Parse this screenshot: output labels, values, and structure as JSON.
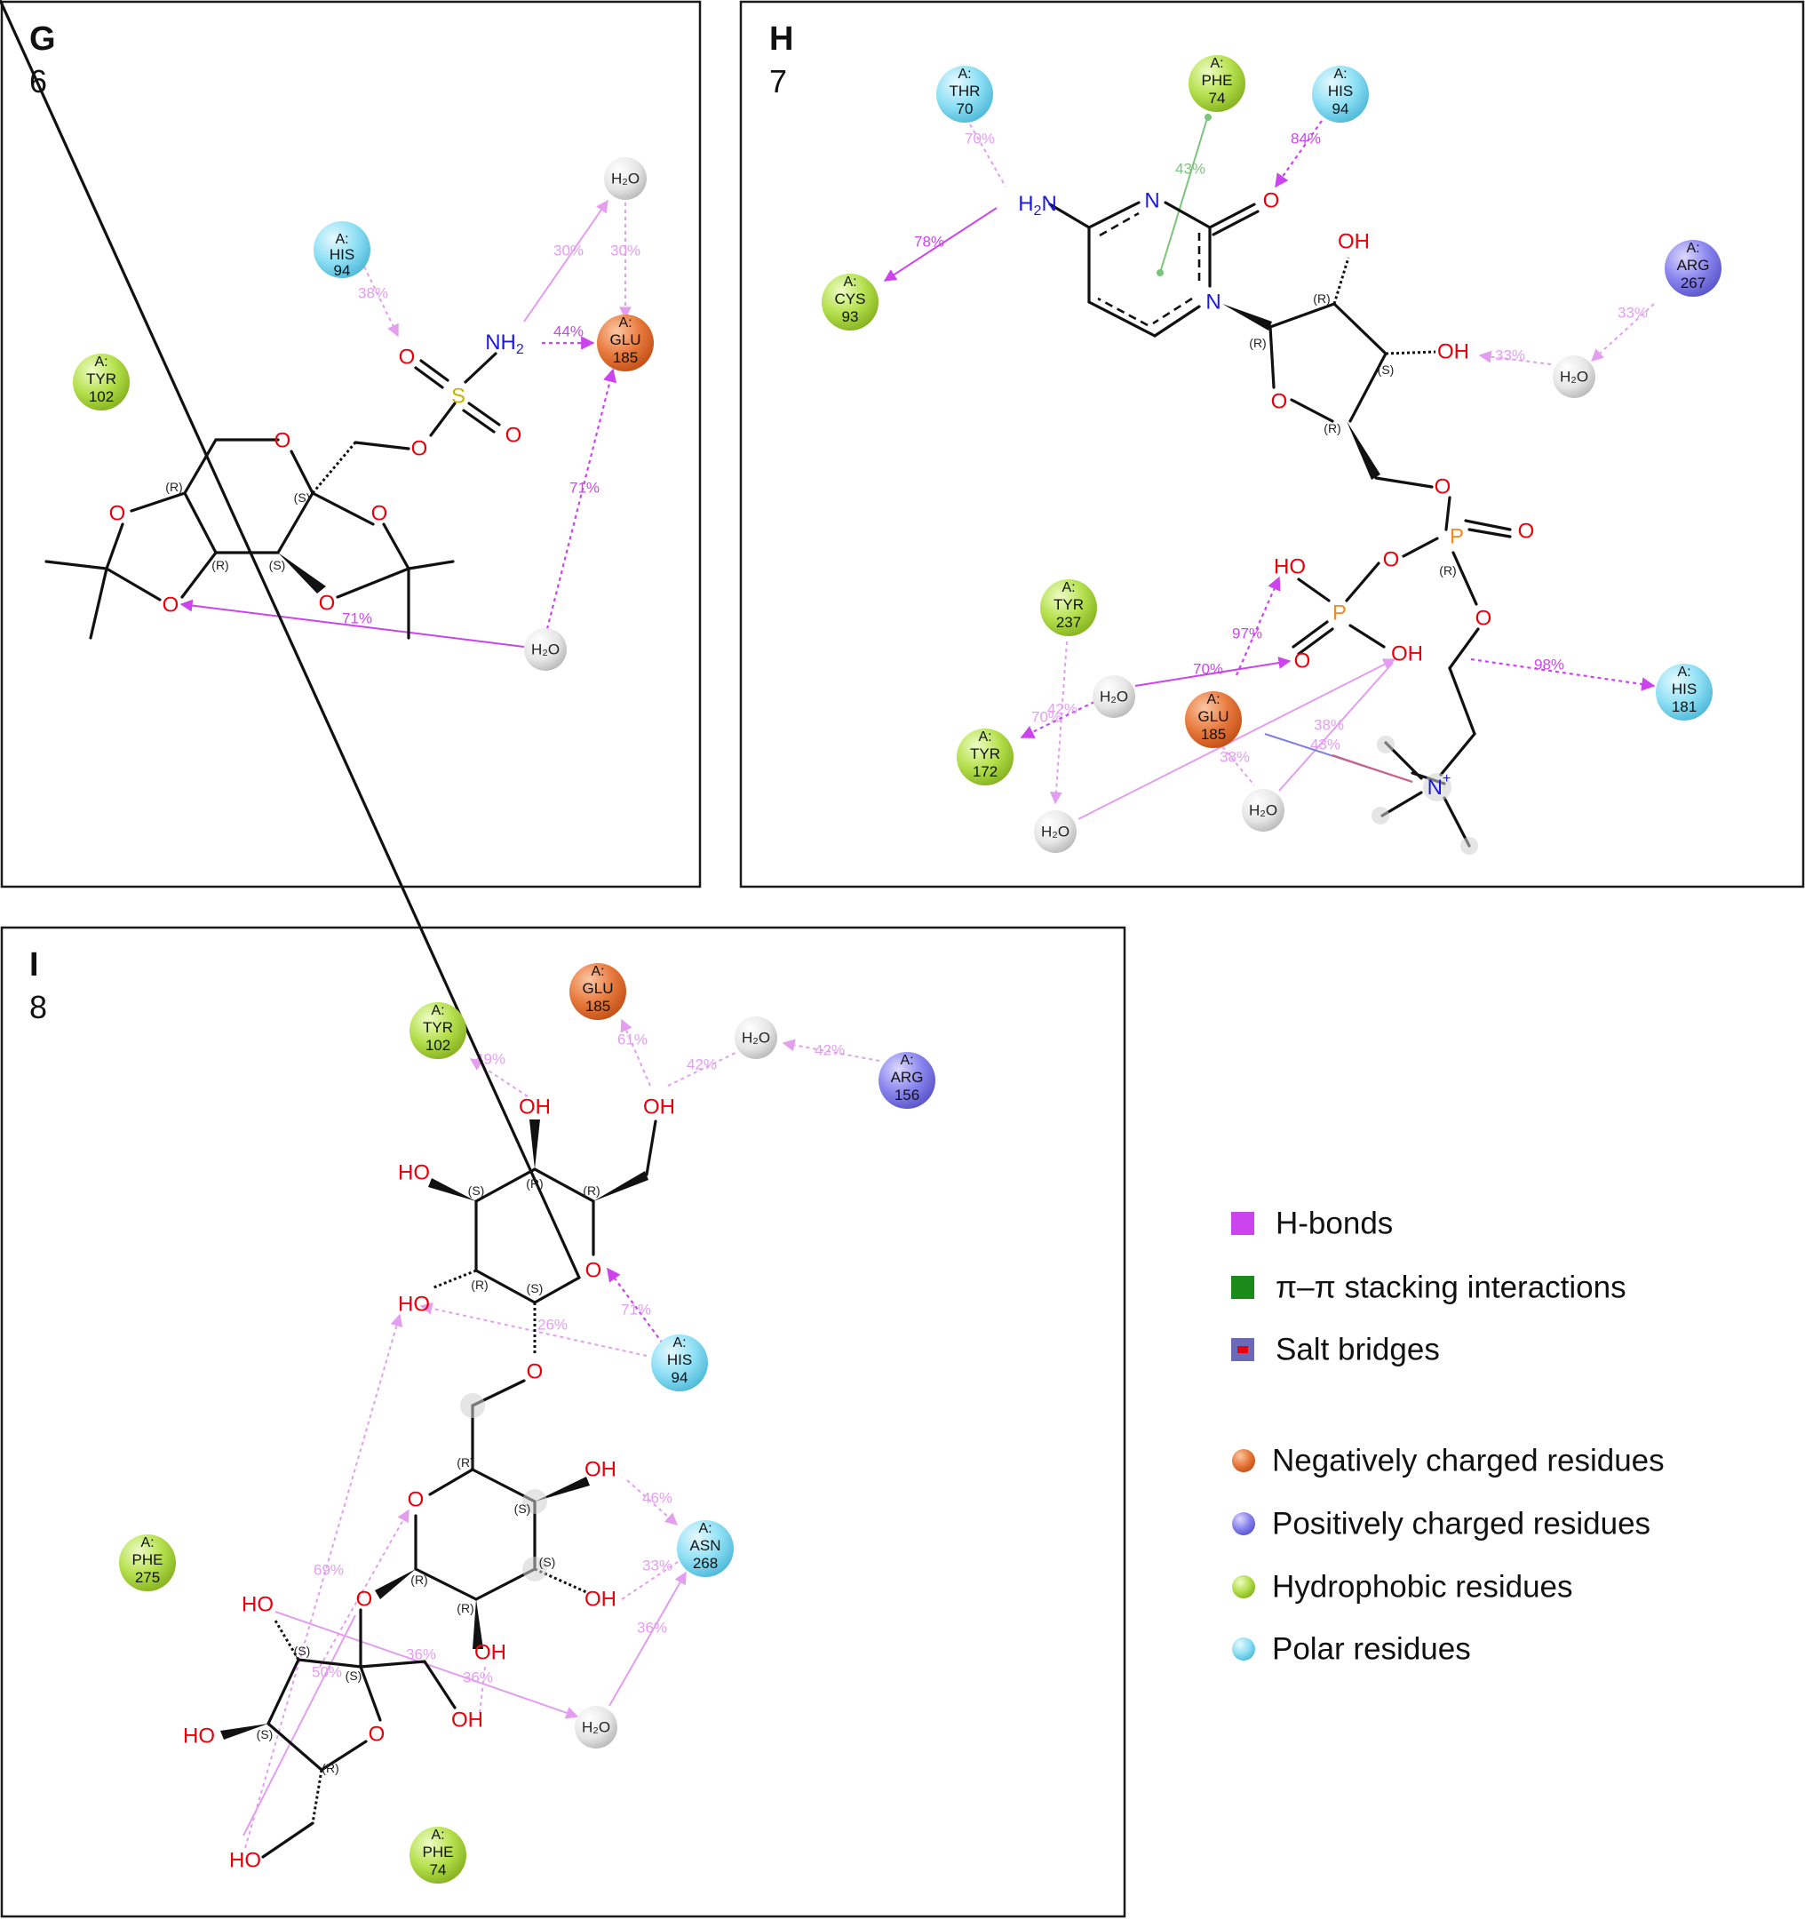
{
  "panels": [
    {
      "letter": "G",
      "number": "6"
    },
    {
      "letter": "H",
      "number": "7"
    },
    {
      "letter": "I",
      "number": "8"
    }
  ],
  "legend": {
    "hbonds": "H-bonds",
    "pipi": "π–π stacking interactions",
    "salt": "Salt bridges",
    "neg": "Negatively charged residues",
    "pos": "Positively charged residues",
    "hyd": "Hydrophobic residues",
    "polar": "Polar residues"
  },
  "colors": {
    "negative": "#e87a3e",
    "positive": "#8a86ef",
    "hydrophobic": "#b5e04d",
    "polar": "#8fe0f5",
    "water": "#e6e6e6",
    "hbond": "#cc44ee",
    "pipi": "#1a8a1a",
    "salt": "#6a6ab8"
  },
  "residues": {
    "chain": "A:",
    "g_his94": "HIS",
    "g_his94_n": "94",
    "g_tyr102": "TYR",
    "g_tyr102_n": "102",
    "g_glu185": "GLU",
    "g_glu185_n": "185",
    "h_thr70": "THR",
    "h_thr70_n": "70",
    "h_phe74": "PHE",
    "h_phe74_n": "74",
    "h_his94": "HIS",
    "h_his94_n": "94",
    "h_cys93": "CYS",
    "h_cys93_n": "93",
    "h_arg267": "ARG",
    "h_arg267_n": "267",
    "h_tyr237": "TYR",
    "h_tyr237_n": "237",
    "h_tyr172": "TYR",
    "h_tyr172_n": "172",
    "h_glu185": "GLU",
    "h_glu185_n": "185",
    "h_his181": "HIS",
    "h_his181_n": "181",
    "i_glu185": "GLU",
    "i_glu185_n": "185",
    "i_tyr102": "TYR",
    "i_tyr102_n": "102",
    "i_arg156": "ARG",
    "i_arg156_n": "156",
    "i_his94": "HIS",
    "i_his94_n": "94",
    "i_asn268": "ASN",
    "i_asn268_n": "268",
    "i_phe275": "PHE",
    "i_phe275_n": "275",
    "i_phe74": "PHE",
    "i_phe74_n": "74"
  },
  "atoms": {
    "O": "O",
    "OH": "OH",
    "HO": "HO",
    "NH2": "NH",
    "sub2": "2",
    "H2N": "H",
    "N": "N",
    "S": "S",
    "P": "P",
    "Nplus": "N",
    "plus": "+",
    "water": "H₂O"
  },
  "stereo": {
    "R": "(R)",
    "S": "(S)"
  },
  "percentages": {
    "g_his_o": "38%",
    "g_nh2_glu": "44%",
    "g_nh2_w": "30%",
    "g_w_glu": "30%",
    "g_w2_glu": "71%",
    "g_w2_o": "71%",
    "h_thr": "70%",
    "h_phe": "43%",
    "h_his94": "84%",
    "h_cys": "78%",
    "h_arg_w": "33%",
    "h_w_oh": "33%",
    "h_w_ho": "97%",
    "h_w_o": "70%",
    "h_tyr237": "70%",
    "h_tyr172": "42%",
    "h_his181": "98%",
    "h_glu_w": "38%",
    "h_w_oh2": "38%",
    "h_salt": "43%",
    "i_tyr102": "49%",
    "i_glu185": "61%",
    "i_w_glu": "42%",
    "i_arg_w": "42%",
    "i_his_o": "71%",
    "i_his_ho": "26%",
    "i_asn_oh1": "46%",
    "i_asn_oh2": "33%",
    "i_w_asn": "36%",
    "i_69": "69%",
    "i_50": "50%",
    "i_36a": "36%",
    "i_36b": "36%"
  }
}
